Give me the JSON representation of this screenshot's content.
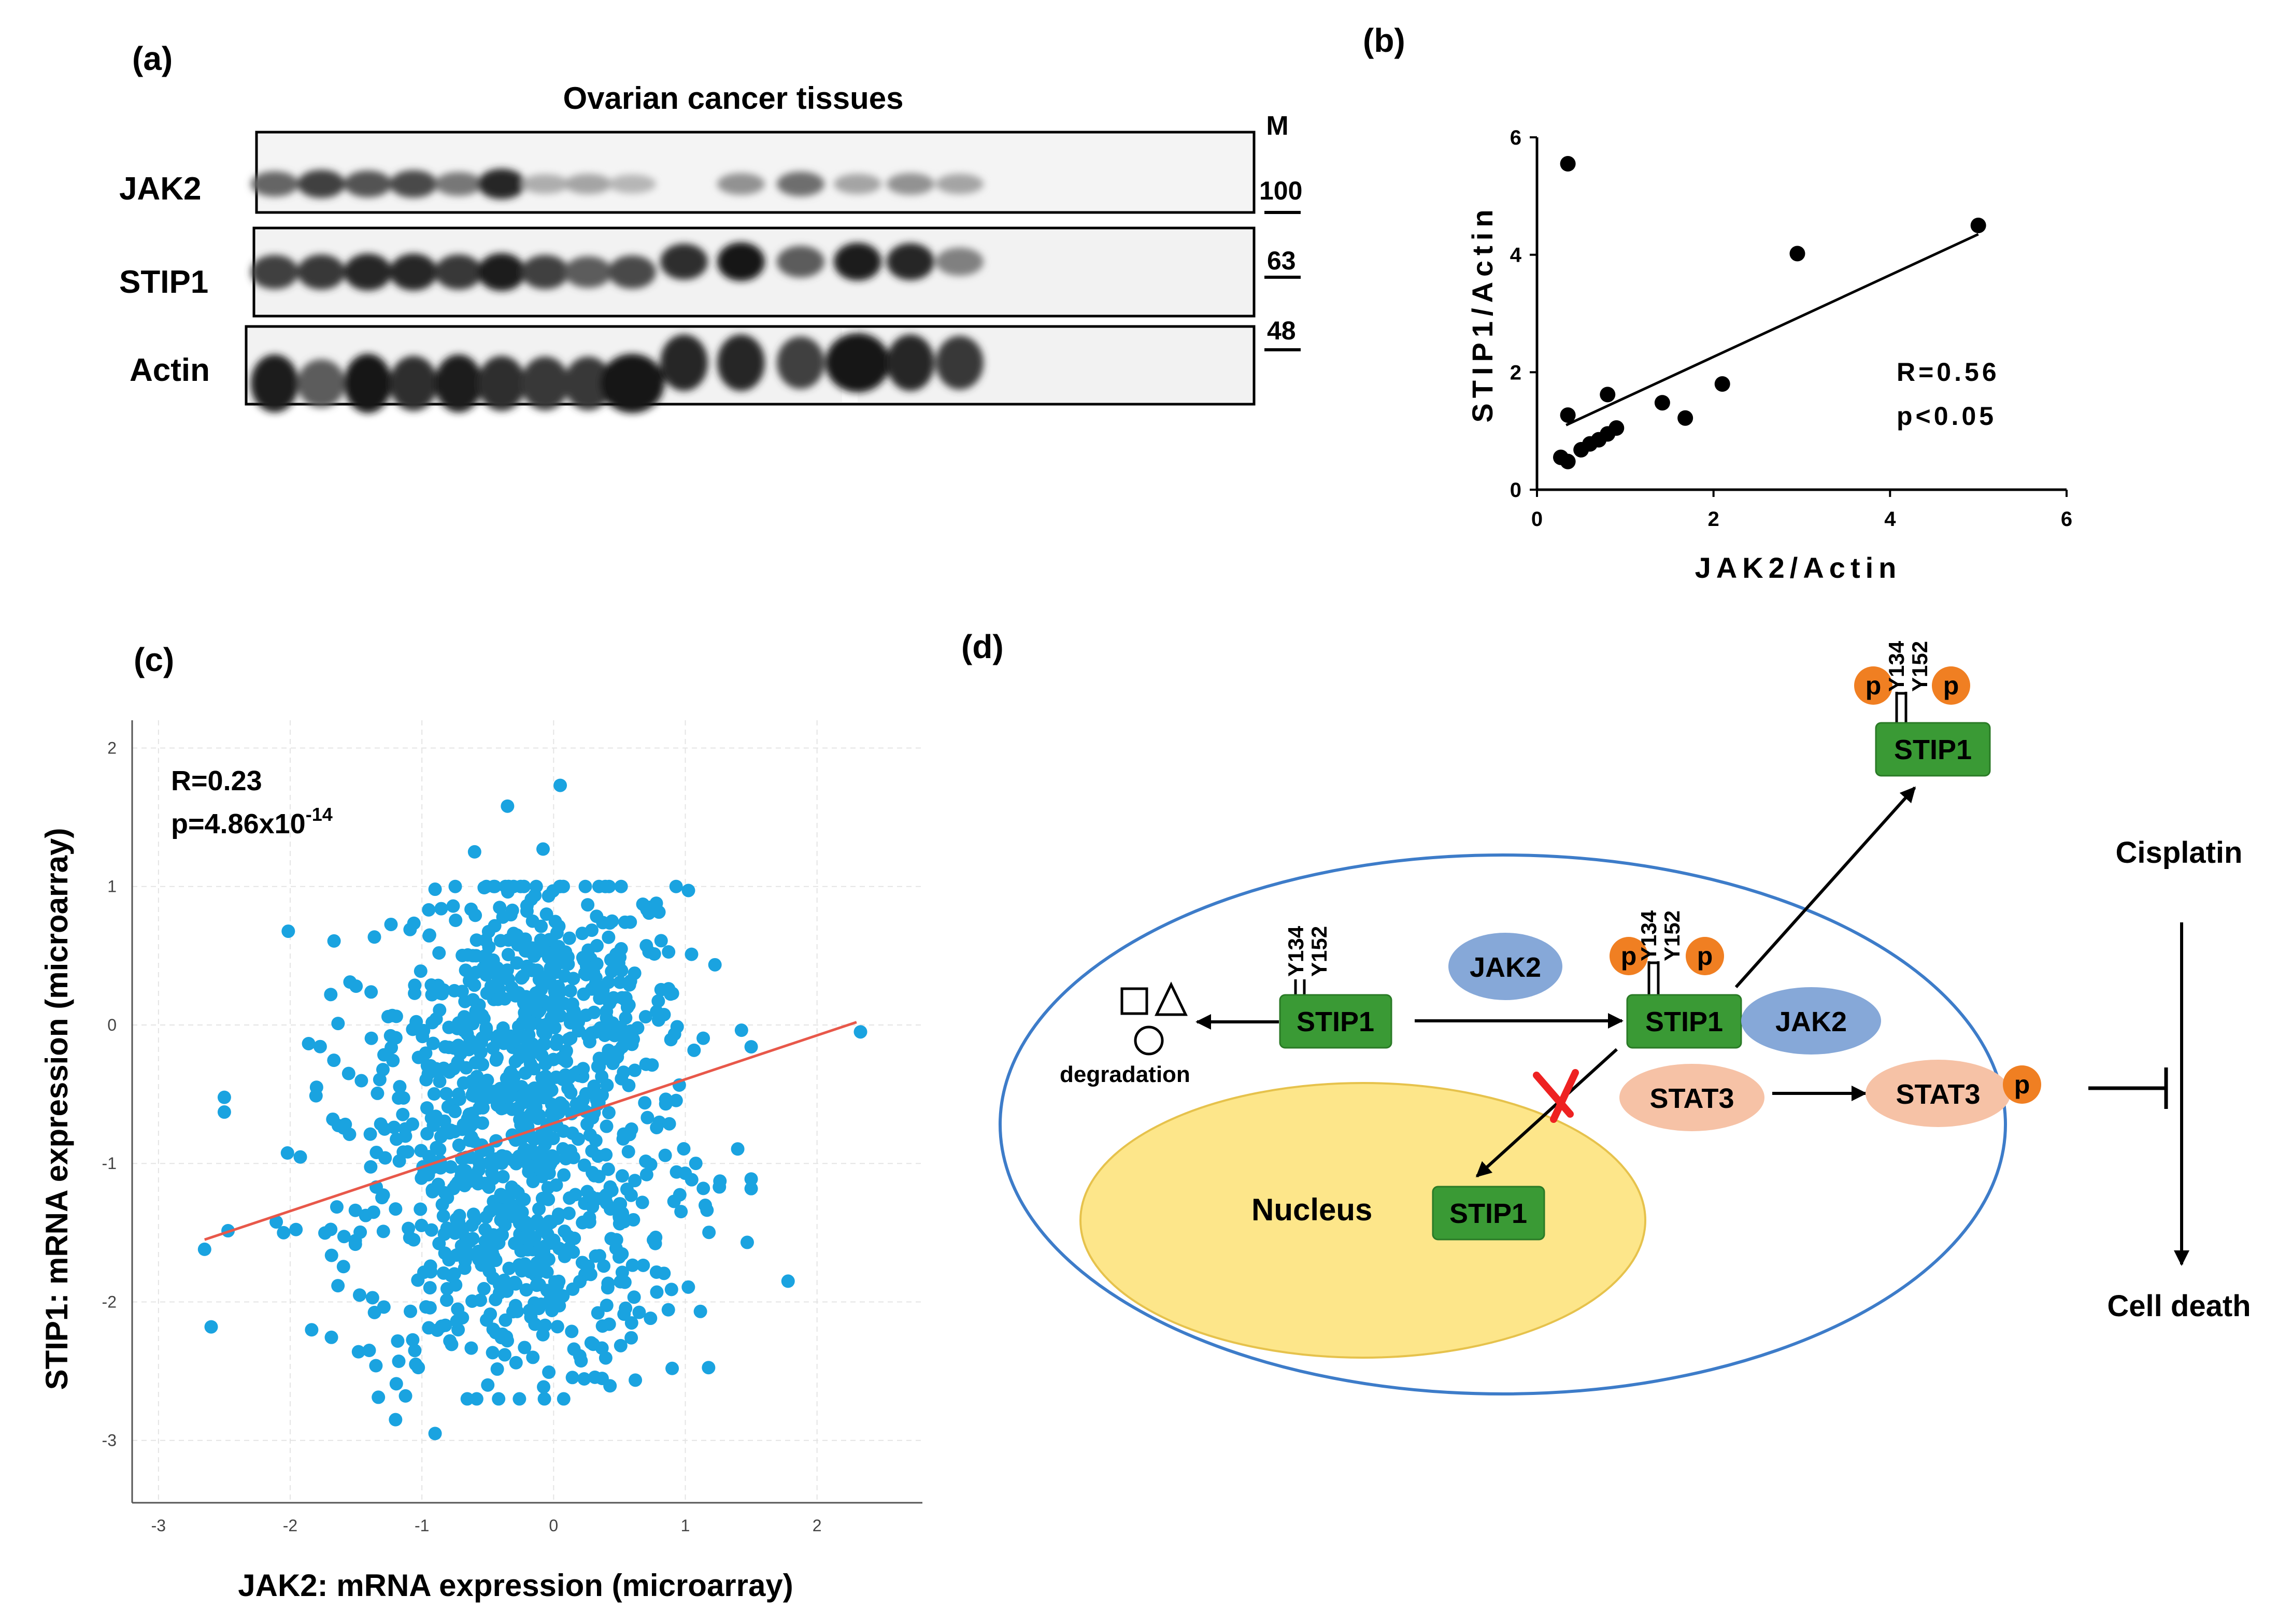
{
  "colors": {
    "stip1_box": "#3a9a35",
    "stip1_border": "#2a7a26",
    "jak2_ellipse": "#86a8d8",
    "stat3_ellipse": "#f6c2a6",
    "phospho": "#f07f22",
    "cell_border": "#3d7cc9",
    "nucleus_fill": "#fde68a",
    "nucleus_border": "#e6c24c",
    "scatter_c_points": "#1aa3e0",
    "fit_line_c": "#e8584a",
    "block_x": "#ee2222"
  },
  "panel_a": {
    "label": "(a)",
    "title": "Ovarian cancer tissues",
    "marker_header": "M",
    "rows": [
      {
        "name": "JAK2",
        "band_intensity": [
          0.55,
          0.75,
          0.65,
          0.7,
          0.45,
          0.9,
          0.15,
          0.2,
          0.1,
          0.0,
          0.3,
          0.5,
          0.2,
          0.3,
          0.2
        ]
      },
      {
        "name": "STIP1",
        "band_intensity": [
          0.75,
          0.8,
          0.9,
          0.9,
          0.8,
          0.95,
          0.75,
          0.6,
          0.7,
          0.85,
          1.0,
          0.6,
          0.95,
          0.9,
          0.4
        ]
      },
      {
        "name": "Actin",
        "band_intensity": [
          0.95,
          0.6,
          1.0,
          0.85,
          0.95,
          0.85,
          0.8,
          0.8,
          1.0,
          0.9,
          0.9,
          0.75,
          1.0,
          0.9,
          0.8
        ]
      }
    ],
    "markers": [
      "100",
      "63",
      "48"
    ]
  },
  "panel_d": {
    "label": "(d)",
    "stip1": "STIP1",
    "jak2": "JAK2",
    "stat3": "STAT3",
    "p": "p",
    "y134": "Y134",
    "y152": "Y152",
    "degradation": "degradation",
    "nucleus": "Nucleus",
    "cisplatin": "Cisplatin",
    "cell_death": "Cell death"
  },
  "chart_data": [
    {
      "panel": "(b)",
      "type": "scatter",
      "xlabel": "JAK2/Actin",
      "ylabel": "STIP1/Actin",
      "xlim": [
        0,
        6
      ],
      "ylim": [
        0,
        6
      ],
      "xticks": [
        "0",
        "2",
        "4",
        "6"
      ],
      "yticks": [
        "0",
        "2",
        "4",
        "6"
      ],
      "points": [
        {
          "x": 0.35,
          "y": 5.55
        },
        {
          "x": 5.0,
          "y": 4.5
        },
        {
          "x": 2.95,
          "y": 4.02
        },
        {
          "x": 2.1,
          "y": 1.8
        },
        {
          "x": 0.8,
          "y": 1.62
        },
        {
          "x": 1.42,
          "y": 1.48
        },
        {
          "x": 0.35,
          "y": 1.27
        },
        {
          "x": 1.68,
          "y": 1.22
        },
        {
          "x": 0.9,
          "y": 1.05
        },
        {
          "x": 0.8,
          "y": 0.95
        },
        {
          "x": 0.7,
          "y": 0.85
        },
        {
          "x": 0.6,
          "y": 0.78
        },
        {
          "x": 0.5,
          "y": 0.68
        },
        {
          "x": 0.27,
          "y": 0.55
        },
        {
          "x": 0.35,
          "y": 0.48
        }
      ],
      "fit": {
        "x": [
          0.33,
          5.0
        ],
        "y": [
          1.1,
          4.35
        ]
      },
      "annotations": [
        "R=0.56",
        "p<0.05"
      ]
    },
    {
      "panel": "(c)",
      "type": "scatter",
      "xlabel": "JAK2: mRNA expression (microarray)",
      "ylabel": "STIP1: mRNA expression (microarray)",
      "xlim": [
        -3.2,
        2.8
      ],
      "ylim": [
        -3.45,
        2.2
      ],
      "xticks": [
        "-3",
        "-2",
        "-1",
        "0",
        "1",
        "2"
      ],
      "yticks": [
        "-3",
        "-2",
        "-1",
        "0",
        "1",
        "2"
      ],
      "annotation_r": "R=0.23",
      "annotation_p_base": "p=4.86x10",
      "annotation_p_exp": "-14",
      "fit": {
        "x": [
          -2.65,
          2.3
        ],
        "y": [
          -1.55,
          0.02
        ]
      },
      "points": [
        {
          "x": 0.05,
          "y": 1.73
        },
        {
          "x": -0.35,
          "y": 1.58
        },
        {
          "x": -0.6,
          "y": 1.25
        },
        {
          "x": -0.08,
          "y": 1.27
        },
        {
          "x": -0.25,
          "y": 1.0
        },
        {
          "x": -0.9,
          "y": 0.98
        },
        {
          "x": 0.93,
          "y": 1.0
        },
        {
          "x": 2.33,
          "y": -0.05
        },
        {
          "x": 1.78,
          "y": -1.85
        },
        {
          "x": 1.47,
          "y": -1.57
        },
        {
          "x": -2.6,
          "y": -2.18
        },
        {
          "x": -2.65,
          "y": -1.62
        },
        {
          "x": -0.9,
          "y": -2.95
        },
        {
          "x": -1.2,
          "y": -2.85
        },
        {
          "x": -0.5,
          "y": -2.6
        },
        {
          "x": -1.4,
          "y": -2.35
        },
        {
          "x": 0.9,
          "y": -2.48
        },
        {
          "x": -0.07,
          "y": -2.7
        },
        {
          "x": -1.8,
          "y": -0.45
        },
        {
          "x": -2.05,
          "y": -1.5
        },
        {
          "x": -1.5,
          "y": 0.28
        }
      ],
      "cloud_clusters": [
        {
          "cx": -0.1,
          "cy": 0.1,
          "sx": 0.55,
          "sy": 0.5,
          "n": 480
        },
        {
          "cx": -0.3,
          "cy": -1.55,
          "sx": 0.62,
          "sy": 0.55,
          "n": 440
        },
        {
          "cx": -0.35,
          "cy": -0.7,
          "sx": 0.75,
          "sy": 0.45,
          "n": 180
        }
      ]
    }
  ]
}
